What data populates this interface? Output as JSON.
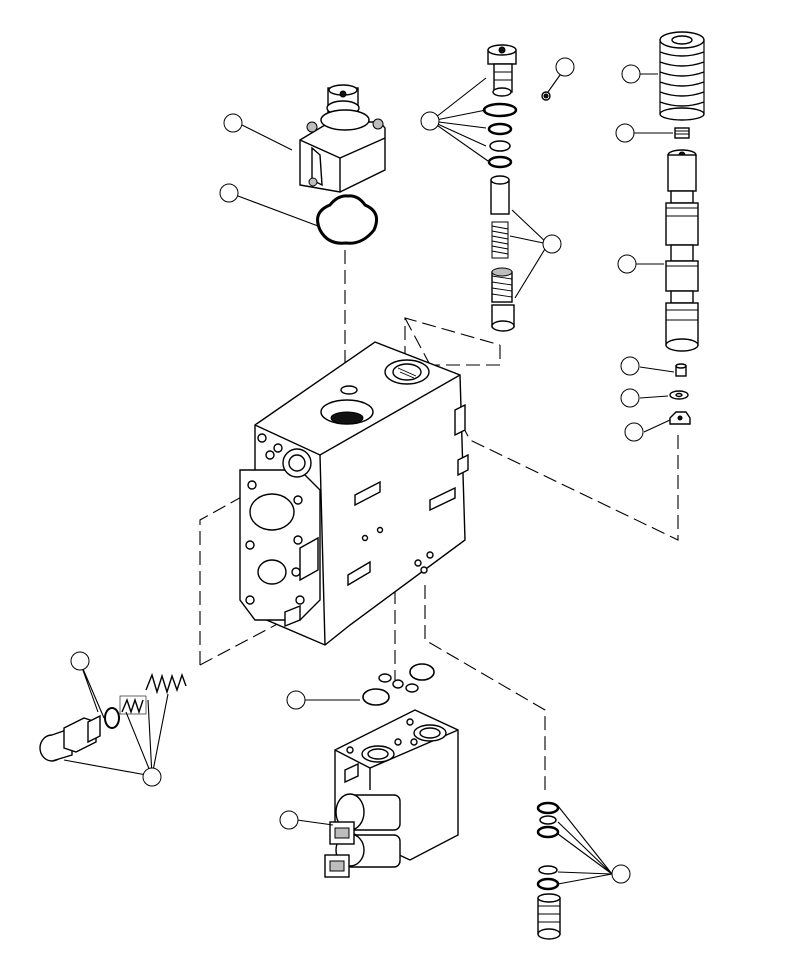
{
  "diagram": {
    "type": "exploded-parts-view",
    "callouts": [
      {
        "id": "solenoid-cap-callout"
      },
      {
        "id": "cap-o-ring-callout"
      },
      {
        "id": "relief-valve-kit-callout"
      },
      {
        "id": "small-plug-callout"
      },
      {
        "id": "spring-stack-callout"
      },
      {
        "id": "relief-cartridge-callout"
      },
      {
        "id": "spool-spring-callout"
      },
      {
        "id": "spring-seat-callout"
      },
      {
        "id": "spool-callout"
      },
      {
        "id": "spool-screw-callout"
      },
      {
        "id": "spool-washer-callout"
      },
      {
        "id": "spool-nut-callout"
      },
      {
        "id": "plug-seal-callout"
      },
      {
        "id": "check-valve-kit-callout"
      },
      {
        "id": "solenoid-o-rings-callout"
      },
      {
        "id": "solenoid-block-callout"
      },
      {
        "id": "cartridge-seal-kit-callout"
      }
    ]
  }
}
